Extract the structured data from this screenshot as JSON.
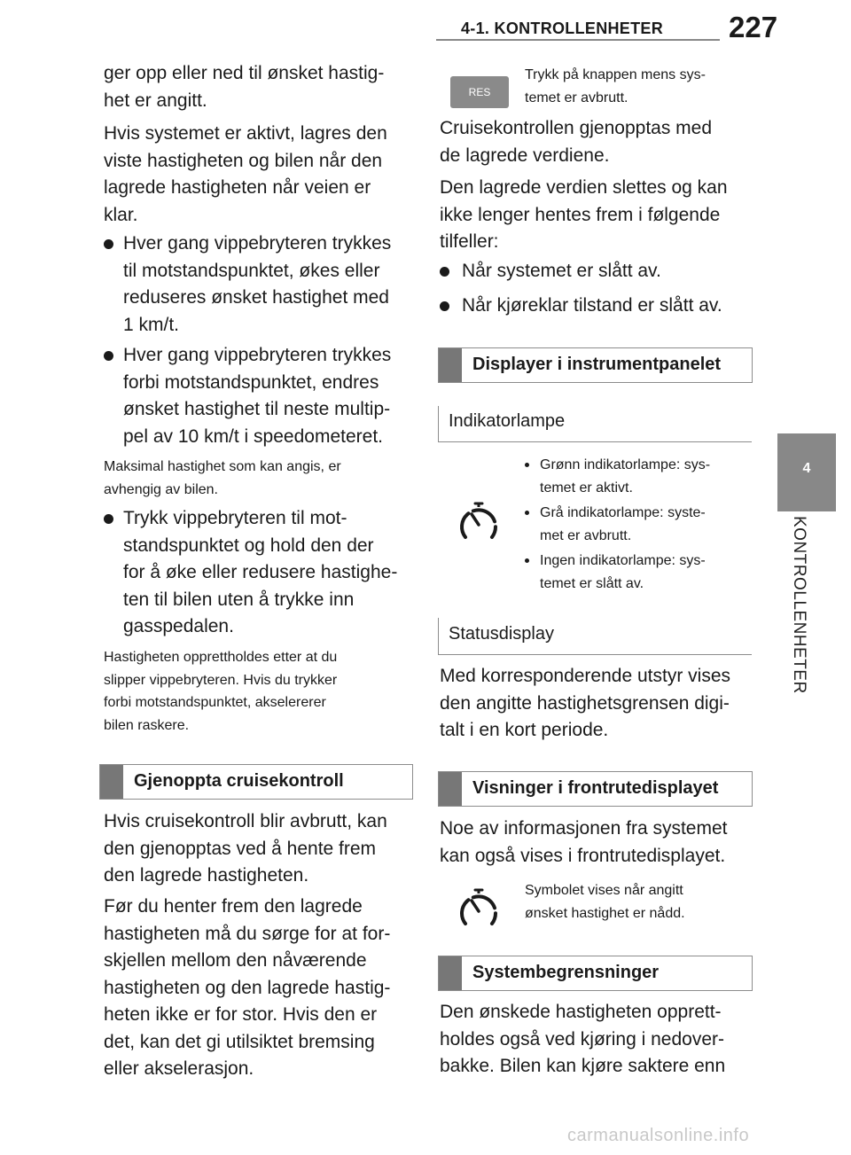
{
  "header": {
    "section_title": "4-1. KONTROLLENHETER",
    "page_number": "227"
  },
  "side_tab": {
    "chapter_number": "4",
    "chapter_label": "KONTROLLENHETER"
  },
  "left_column": {
    "intro_lines": [
      "ger opp eller ned til ønsket hastig-",
      "het er angitt."
    ],
    "para1_lines": [
      "Hvis systemet er aktivt, lagres den",
      "viste hastigheten og bilen når den",
      "lagrede hastigheten når veien er",
      "klar."
    ],
    "bullet1_lines": [
      "Hver gang vippebryteren trykkes",
      "til motstandspunktet, økes eller",
      "reduseres ønsket hastighet med",
      "1 km/t."
    ],
    "bullet2_lines": [
      "Hver gang vippebryteren trykkes",
      "forbi motstandspunktet, endres",
      "ønsket hastighet til neste multip-",
      "pel av 10 km/t i speedometeret."
    ],
    "note1_lines": [
      "Maksimal hastighet som kan angis, er",
      "avhengig av bilen."
    ],
    "bullet3_lines": [
      "Trykk vippebryteren til mot-",
      "standspunktet og hold den der",
      "for å øke eller redusere hastighe-",
      "ten til bilen uten å trykke inn",
      "gasspedalen."
    ],
    "note2_lines": [
      "Hastigheten opprettholdes etter at du",
      "slipper vippebryteren. Hvis du trykker",
      "forbi motstandspunktet, akselererer",
      "bilen raskere."
    ],
    "section_resume": "Gjenoppta cruisekontroll",
    "para2_lines": [
      "Hvis cruisekontroll blir avbrutt, kan",
      "den gjenopptas ved å hente frem",
      "den lagrede hastigheten."
    ],
    "para3_lines": [
      "Før du henter frem den lagrede",
      "hastigheten må du sørge for at for-",
      "skjellen mellom den nåværende",
      "hastigheten og den lagrede hastig-",
      "heten ikke er for stor. Hvis den er",
      "det, kan det gi utilsiktet bremsing",
      "eller akselerasjon."
    ]
  },
  "right_column": {
    "res_button_label": "RES",
    "res_caption_lines": [
      "Trykk på knappen mens sys-",
      "temet er avbrutt."
    ],
    "para1_lines": [
      "Cruisekontrollen gjenopptas med",
      "de lagrede verdiene."
    ],
    "para2_lines": [
      "Den lagrede verdien slettes og kan",
      "ikke lenger hentes frem i følgende",
      "tilfeller:"
    ],
    "bullet1": "Når systemet er slått av.",
    "bullet2": "Når kjøreklar tilstand er slått av.",
    "section_instrument": "Displayer i instrumentpanelet",
    "sub_indicator": "Indikatorlampe",
    "indicator_items": [
      [
        "Grønn indikatorlampe: sys-",
        "temet er aktivt."
      ],
      [
        "Grå indikatorlampe: syste-",
        "met er avbrutt."
      ],
      [
        "Ingen indikatorlampe: sys-",
        "temet er slått av."
      ]
    ],
    "sub_status": "Statusdisplay",
    "para3_lines": [
      "Med korresponderende utstyr vises",
      "den angitte hastighetsgrensen digi-",
      "talt i en kort periode."
    ],
    "section_hud": "Visninger i frontrutedisplayet",
    "para4_lines": [
      "Noe av informasjonen fra systemet",
      "kan også vises i frontrutedisplayet."
    ],
    "hud_caption_lines": [
      "Symbolet vises når angitt",
      "ønsket hastighet er nådd."
    ],
    "section_limits": "Systembegrensninger",
    "para5_lines": [
      "Den ønskede hastigheten opprett-",
      "holdes også ved kjøring i nedover-",
      "bakke. Bilen kan kjøre saktere enn"
    ]
  },
  "icons": {
    "speedometer": "speedometer-icon",
    "bullet": "bullet-dot"
  },
  "watermark": "carmanualsonline.info",
  "colors": {
    "accent_gray": "#777777",
    "side_tab": "#888888",
    "res_button": "#8a8a8a"
  }
}
